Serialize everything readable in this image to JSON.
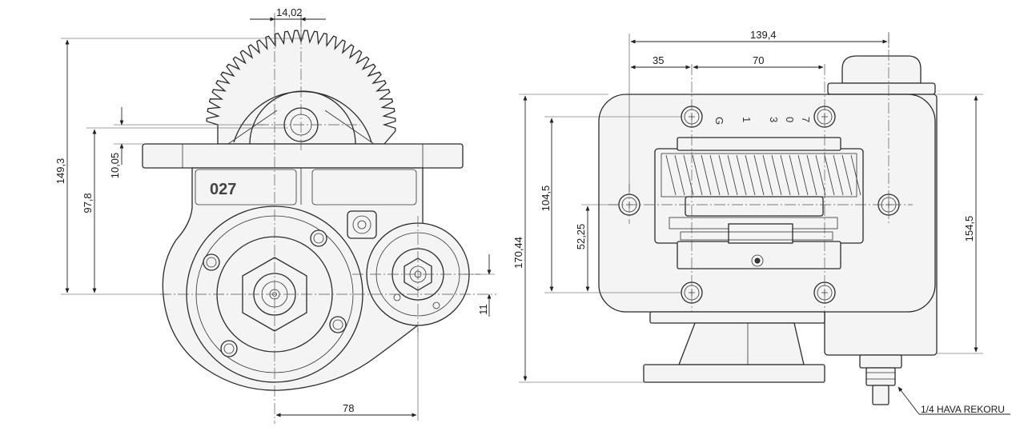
{
  "drawing": {
    "left_view": {
      "stamp": "027",
      "dimensions": {
        "top_offset": "14,02",
        "overall_height": "149,3",
        "center_height": "97,8",
        "flange_offset": "10,05",
        "pump_offset": "11",
        "pump_center_distance": "78"
      }
    },
    "right_view": {
      "gear_marks": [
        "G",
        "1",
        "3",
        "0",
        "7"
      ],
      "dimensions": {
        "overall_width": "139,4",
        "left_hole_offset": "35",
        "hole_spacing": "70",
        "hole_pattern_height": "104,5",
        "hole_half_height": "52,25",
        "overall_height": "170,44",
        "housing_height": "154,5"
      },
      "callout": "1/4 HAVA REKORU"
    }
  }
}
